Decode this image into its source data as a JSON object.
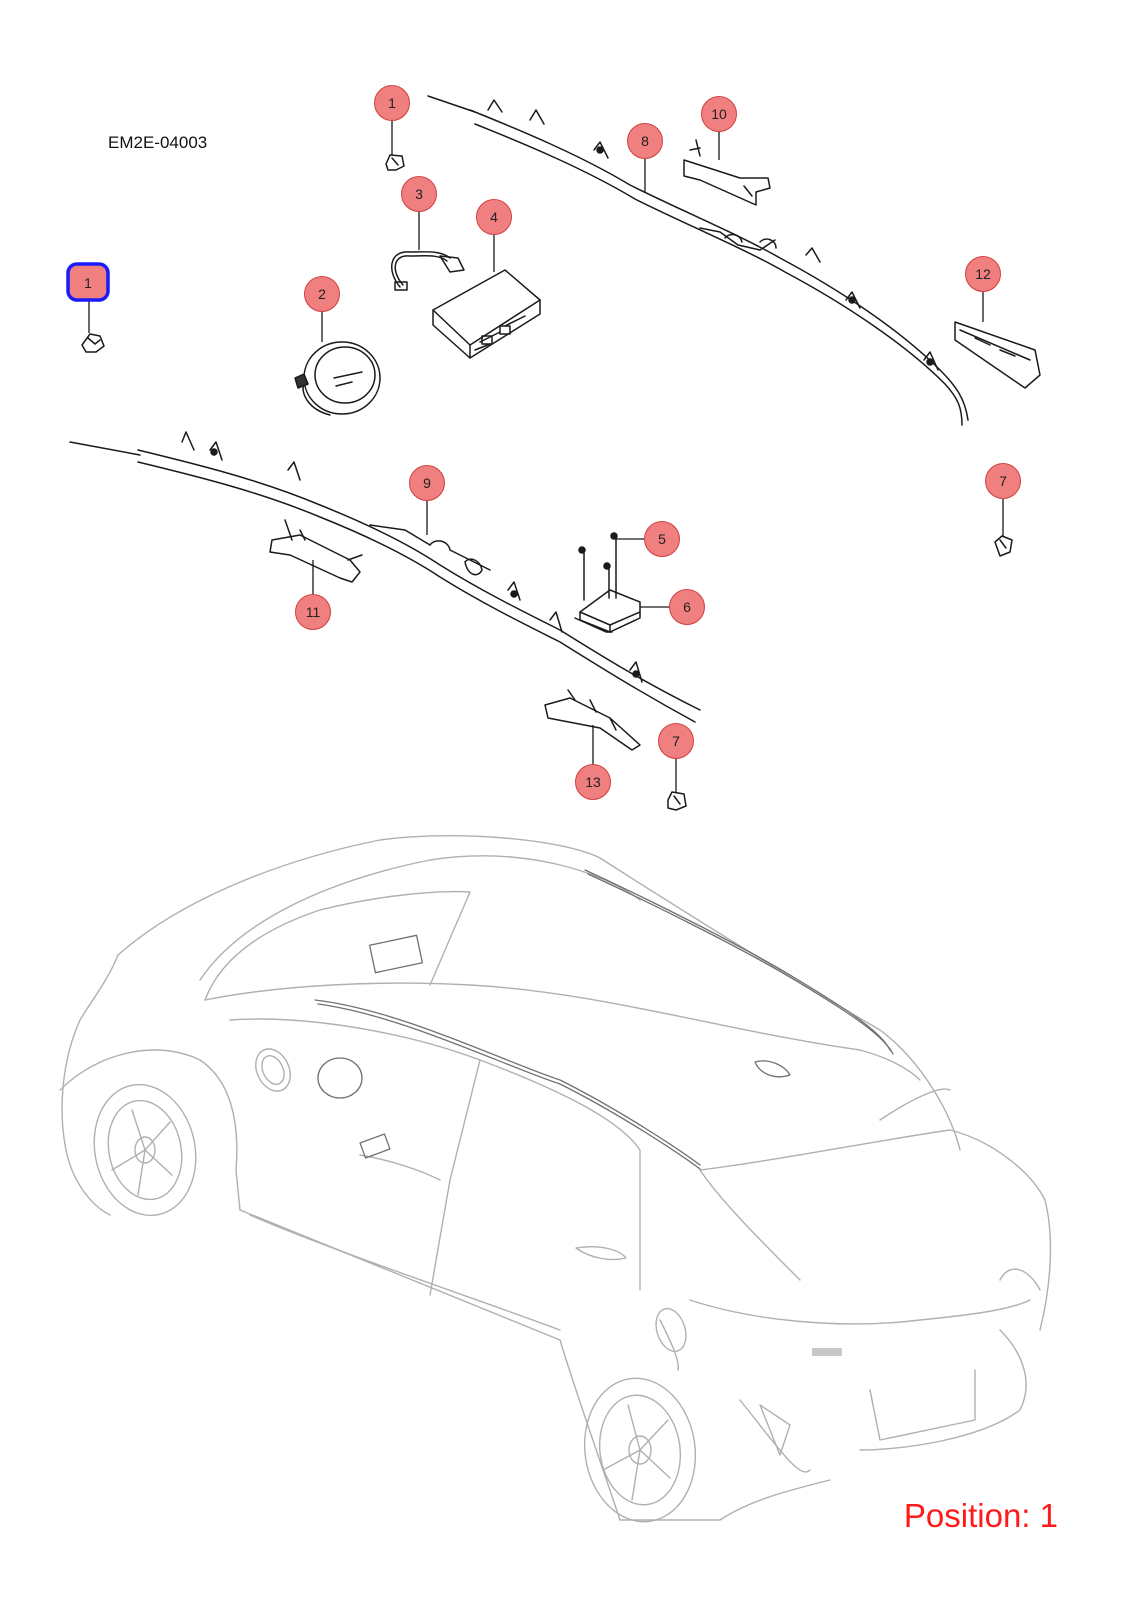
{
  "diagram_code": "EM2E-04003",
  "position_label": "Position: 1",
  "selected_callout": "1",
  "colors": {
    "callout_fill": "#f07f7f",
    "callout_stroke": "#d04040",
    "selected_stroke": "#1a1aff",
    "position_text": "#ff1a1a",
    "part_line": "#1a1a1a",
    "car_line": "#b0b0b0"
  },
  "callouts": [
    {
      "id": "c1a",
      "label": "1"
    },
    {
      "id": "c1b",
      "label": "1"
    },
    {
      "id": "c2",
      "label": "2"
    },
    {
      "id": "c3",
      "label": "3"
    },
    {
      "id": "c4",
      "label": "4"
    },
    {
      "id": "c5",
      "label": "5"
    },
    {
      "id": "c6",
      "label": "6"
    },
    {
      "id": "c7a",
      "label": "7"
    },
    {
      "id": "c7b",
      "label": "7"
    },
    {
      "id": "c8",
      "label": "8"
    },
    {
      "id": "c9",
      "label": "9"
    },
    {
      "id": "c10",
      "label": "10"
    },
    {
      "id": "c11",
      "label": "11"
    },
    {
      "id": "c12",
      "label": "12"
    },
    {
      "id": "c13",
      "label": "13"
    }
  ]
}
